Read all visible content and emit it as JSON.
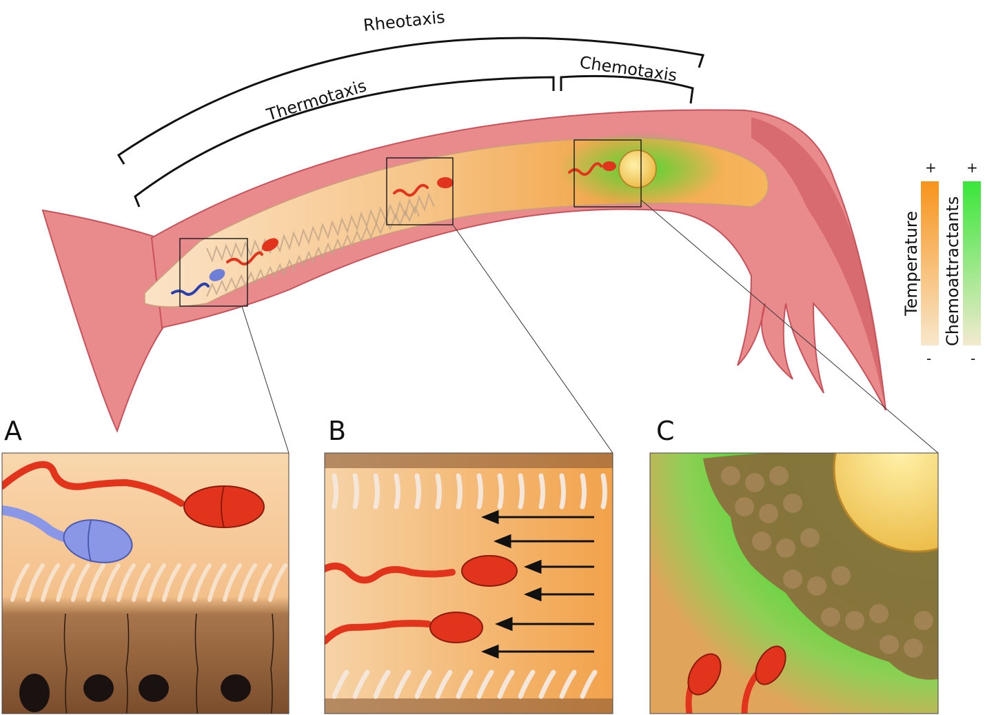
{
  "labels": {
    "rheotaxis": "Rheotaxis",
    "thermotaxis": "Thermotaxis",
    "chemotaxis": "Chemotaxis"
  },
  "legend": {
    "temperature": {
      "title": "Temperature",
      "plus": "+",
      "minus": "-",
      "color": "#f7941d"
    },
    "chemoattractants": {
      "title": "Chemoattractants",
      "plus": "+",
      "minus": "-",
      "color": "#39e639"
    }
  },
  "panels": {
    "a": {
      "letter": "A"
    },
    "b": {
      "letter": "B"
    },
    "c": {
      "letter": "C"
    }
  },
  "colors": {
    "tube": "#e98a8d",
    "tube_dark": "#c9525a",
    "lumen": "#f6c98f",
    "sperm_red": "#e2341d",
    "sperm_blue": "#6f7fd8",
    "oocyte": "#f8d45c",
    "cumulus": "#8c6a3c",
    "epithelium": "#8a5a36"
  }
}
